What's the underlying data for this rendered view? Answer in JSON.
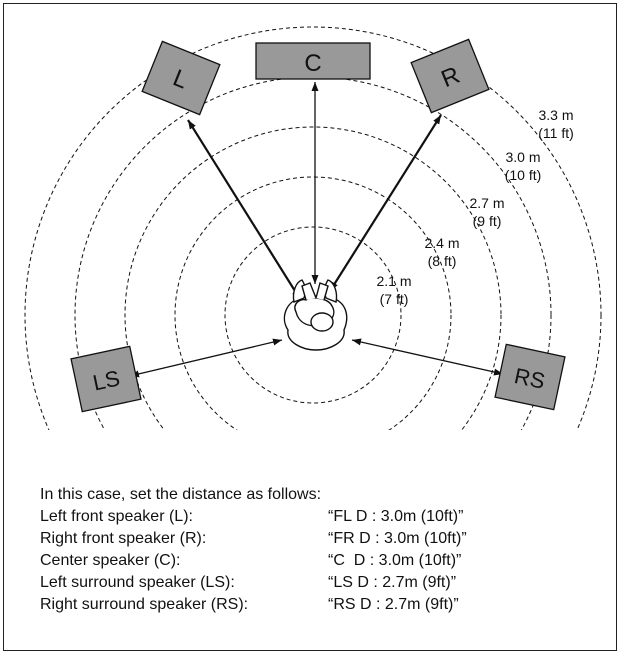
{
  "speakers": {
    "center": "C",
    "left": "L",
    "right": "R",
    "left_surround": "LS",
    "right_surround": "RS"
  },
  "rings": [
    {
      "m": "2.1 m",
      "ft": "(7 ft)"
    },
    {
      "m": "2.4 m",
      "ft": "(8 ft)"
    },
    {
      "m": "2.7 m",
      "ft": "(9 ft)"
    },
    {
      "m": "3.0 m",
      "ft": "(10 ft)"
    },
    {
      "m": "3.3 m",
      "ft": "(11 ft)"
    }
  ],
  "caption": {
    "intro": "In this case, set the distance as follows:",
    "rows": [
      {
        "label": "Left front speaker (L):",
        "value": "“FL D : 3.0m (10ft)”"
      },
      {
        "label": "Right front speaker (R):",
        "value": "“FR D : 3.0m (10ft)”"
      },
      {
        "label": "Center speaker (C):",
        "value": "“C  D : 3.0m (10ft)”"
      },
      {
        "label": "Left surround speaker (LS):",
        "value": "“LS D : 2.7m (9ft)”"
      },
      {
        "label": "Right surround speaker (RS):",
        "value": "“RS D : 2.7m (9ft)”"
      }
    ]
  },
  "colors": {
    "speaker_fill": "#999999",
    "stroke": "#111111"
  }
}
